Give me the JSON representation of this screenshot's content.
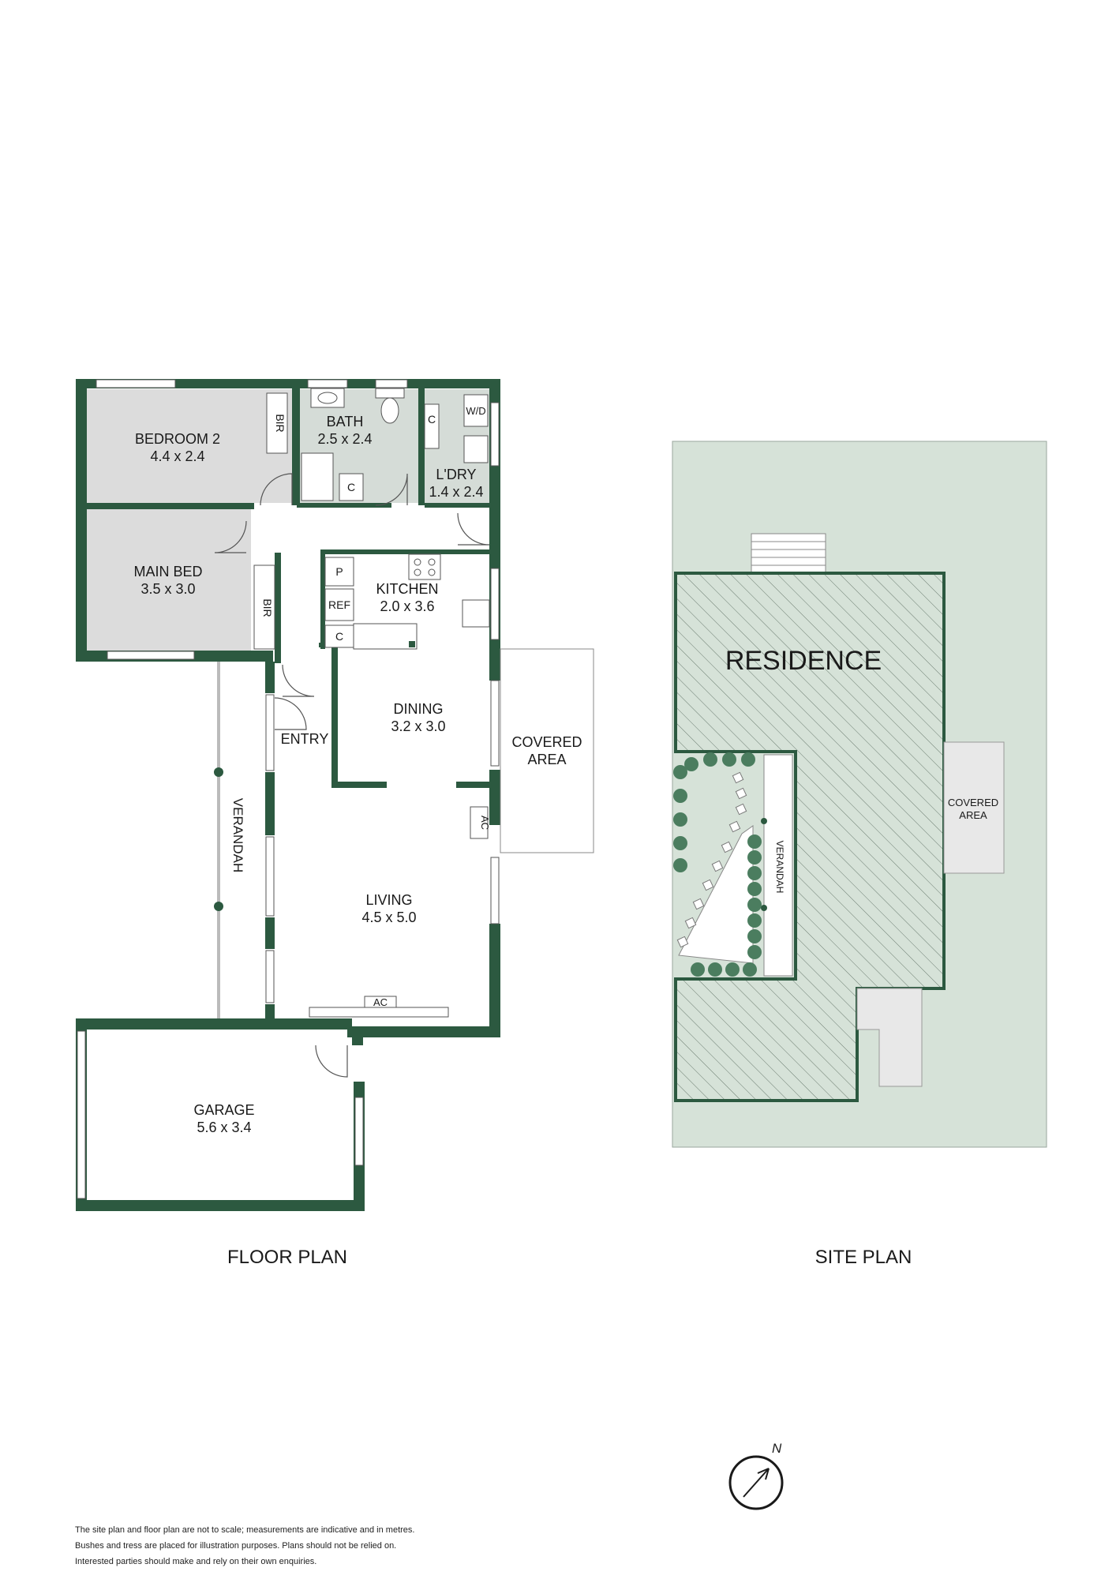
{
  "floor_plan": {
    "title": "FLOOR PLAN",
    "rooms": {
      "bedroom2": {
        "name": "BEDROOM 2",
        "size": "4.4 x 2.4"
      },
      "bath": {
        "name": "BATH",
        "size": "2.5 x 2.4"
      },
      "laundry": {
        "name": "L'DRY",
        "size": "1.4 x 2.4"
      },
      "main_bed": {
        "name": "MAIN BED",
        "size": "3.5 x 3.0"
      },
      "kitchen": {
        "name": "KITCHEN",
        "size": "2.0 x 3.6"
      },
      "dining": {
        "name": "DINING",
        "size": "3.2 x 3.0"
      },
      "living": {
        "name": "LIVING",
        "size": "4.5 x 5.0"
      },
      "garage": {
        "name": "GARAGE",
        "size": "5.6 x 3.4"
      },
      "entry": {
        "name": "ENTRY"
      },
      "verandah": {
        "name": "VERANDAH"
      },
      "covered_area": {
        "line1": "COVERED",
        "line2": "AREA"
      }
    },
    "fixtures": {
      "bir": "BIR",
      "cupboard": "C",
      "washer_dryer": "W/D",
      "pantry": "P",
      "fridge": "REF",
      "aircon": "AC"
    }
  },
  "site_plan": {
    "title": "SITE PLAN",
    "residence": "RESIDENCE",
    "covered_area": {
      "line1": "COVERED",
      "line2": "AREA"
    },
    "verandah": "VERANDAH"
  },
  "compass": {
    "label": "N"
  },
  "disclaimer": [
    "The site plan and floor plan are not to scale; measurements are indicative and in metres.",
    "Bushes and tress are placed for illustration purposes. Plans should not be relied on.",
    "Interested parties should make and rely on their own enquiries."
  ],
  "colors": {
    "wall": "#2c5940",
    "room_fill": "#dcdcdc",
    "wet_fill": "#d5dcd7",
    "site_fill": "#d6e2d8",
    "bush": "#4b7d5f"
  }
}
